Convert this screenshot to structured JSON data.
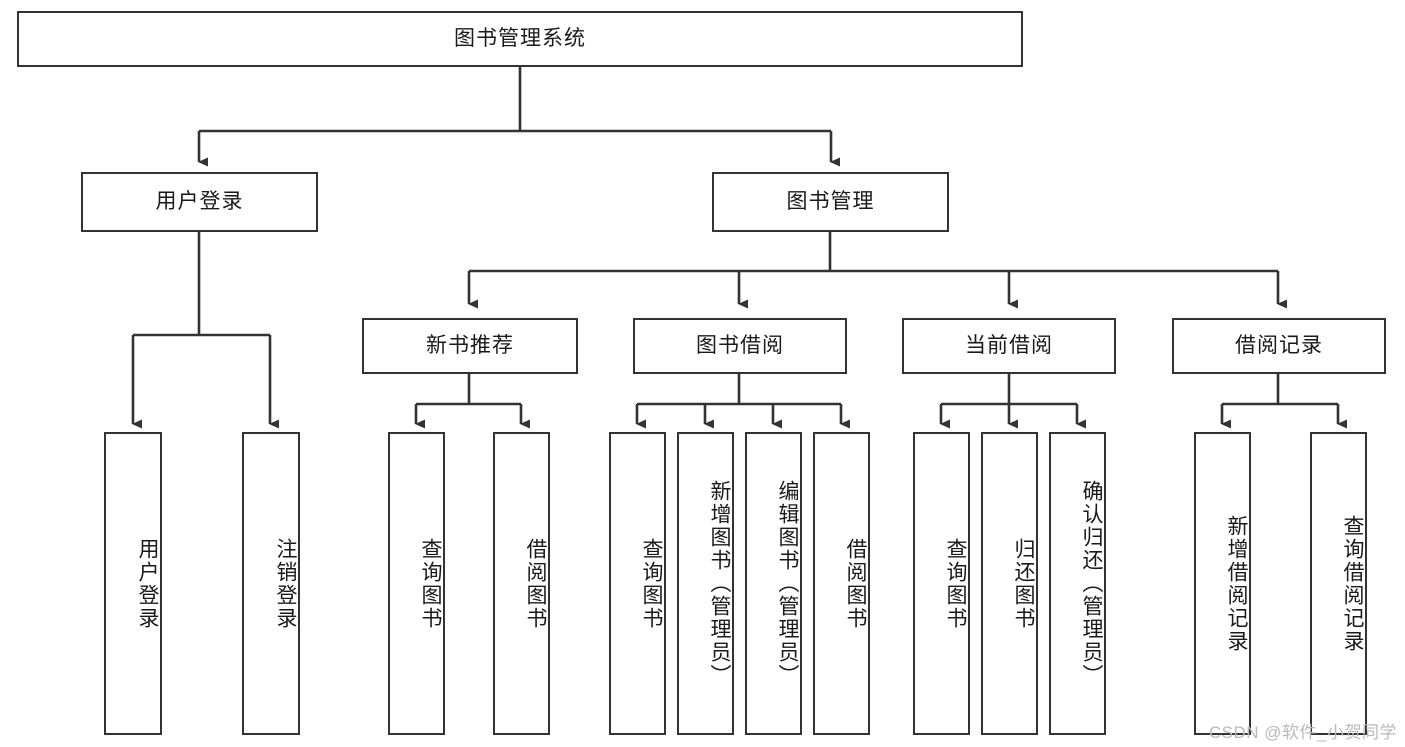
{
  "diagram": {
    "title": "图书管理系统",
    "watermark": "CSDN @软件_小贺同学",
    "stroke_color": "#333333",
    "background_color": "#ffffff",
    "text_color": "#1a1a1a",
    "watermark_color": "#b9b9b9"
  },
  "nodes": {
    "root": {
      "label": "图书管理系统",
      "orientation": "horizontal"
    },
    "level1": [
      {
        "id": "user-login",
        "label": "用户登录",
        "orientation": "horizontal"
      },
      {
        "id": "book-manage",
        "label": "图书管理",
        "orientation": "horizontal"
      }
    ],
    "level2": [
      {
        "id": "new-book-recommend",
        "label": "新书推荐",
        "orientation": "horizontal"
      },
      {
        "id": "book-borrow",
        "label": "图书借阅",
        "orientation": "horizontal"
      },
      {
        "id": "current-borrow",
        "label": "当前借阅",
        "orientation": "horizontal"
      },
      {
        "id": "borrow-record",
        "label": "借阅记录",
        "orientation": "horizontal"
      }
    ],
    "leaves": [
      {
        "id": "leaf-user-login",
        "parent": "user-login",
        "label": "用户登录",
        "orientation": "vertical"
      },
      {
        "id": "leaf-logout",
        "parent": "user-login",
        "label": "注销登录",
        "orientation": "vertical"
      },
      {
        "id": "leaf-query-book-1",
        "parent": "new-book-recommend",
        "label": "查询图书",
        "orientation": "vertical"
      },
      {
        "id": "leaf-borrow-book-1",
        "parent": "new-book-recommend",
        "label": "借阅图书",
        "orientation": "vertical"
      },
      {
        "id": "leaf-query-book-2",
        "parent": "book-borrow",
        "label": "查询图书",
        "orientation": "vertical"
      },
      {
        "id": "leaf-add-book",
        "parent": "book-borrow",
        "label": "新增图书（管理员）",
        "orientation": "vertical"
      },
      {
        "id": "leaf-edit-book",
        "parent": "book-borrow",
        "label": "编辑图书（管理员）",
        "orientation": "vertical"
      },
      {
        "id": "leaf-borrow-book-2",
        "parent": "book-borrow",
        "label": "借阅图书",
        "orientation": "vertical"
      },
      {
        "id": "leaf-query-book-3",
        "parent": "current-borrow",
        "label": "查询图书",
        "orientation": "vertical"
      },
      {
        "id": "leaf-return-book",
        "parent": "current-borrow",
        "label": "归还图书",
        "orientation": "vertical"
      },
      {
        "id": "leaf-confirm-return",
        "parent": "current-borrow",
        "label": "确认归还（管理员）",
        "orientation": "vertical"
      },
      {
        "id": "leaf-add-record",
        "parent": "borrow-record",
        "label": "新增借阅记录",
        "orientation": "vertical"
      },
      {
        "id": "leaf-query-record",
        "parent": "borrow-record",
        "label": "查询借阅记录",
        "orientation": "vertical"
      }
    ]
  }
}
